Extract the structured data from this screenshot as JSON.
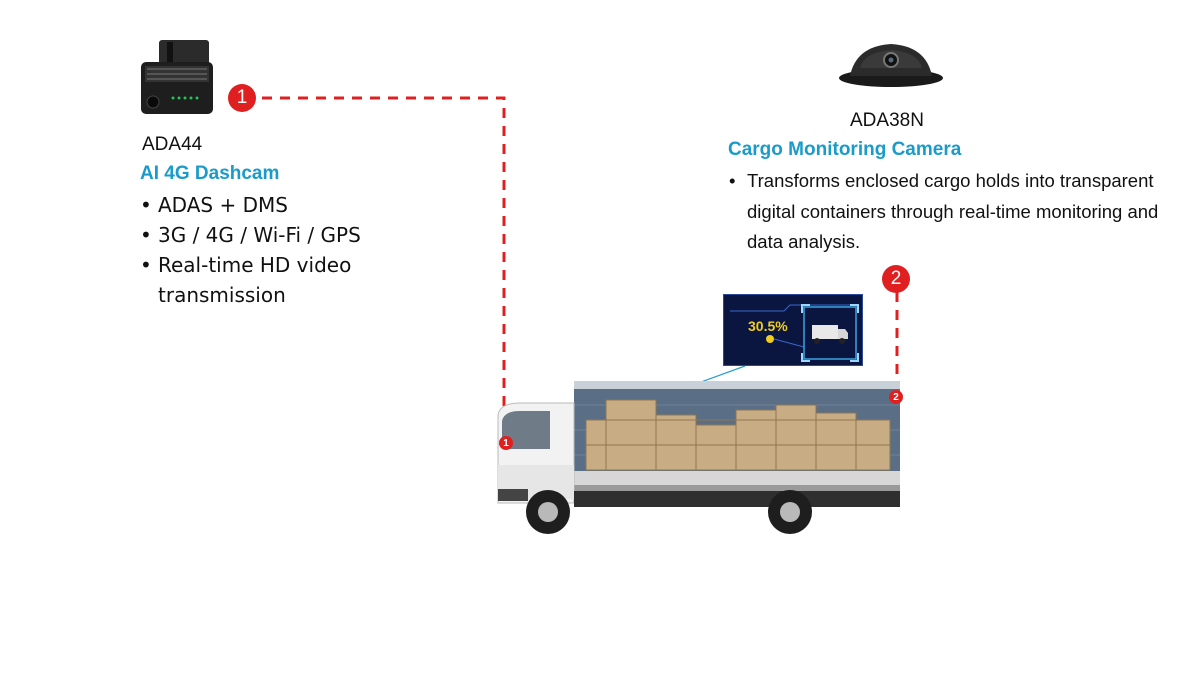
{
  "left_product": {
    "model": "ADA44",
    "title": "AI 4G Dashcam",
    "bullets": [
      "ADAS + DMS",
      "3G / 4G / Wi-Fi / GPS",
      "Real-time HD video transmission"
    ],
    "marker": "1"
  },
  "right_product": {
    "model": "ADA38N",
    "title": "Cargo Monitoring Camera",
    "bullets": [
      "Transforms enclosed cargo holds into transparent digital containers through real-time monitoring and data analysis."
    ],
    "marker": "2"
  },
  "truck_markers": [
    "1",
    "2"
  ],
  "display": {
    "percentage": "30.5%",
    "load_fraction": 0.305
  },
  "colors": {
    "accent": "#1a9bc9",
    "marker": "#e02020",
    "connector": "#e02020",
    "screen_bg": "#0b1640",
    "value": "#f2cd1c"
  }
}
